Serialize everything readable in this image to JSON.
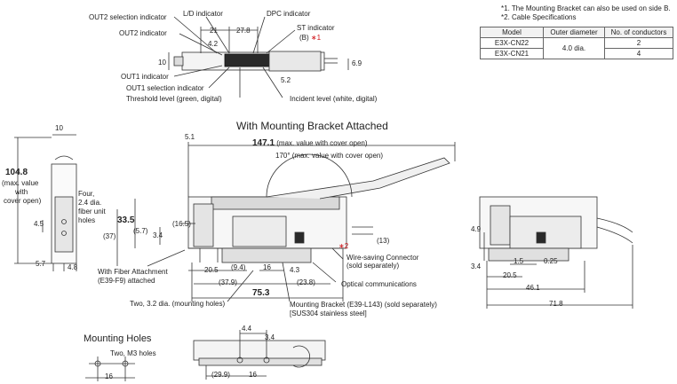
{
  "notes": {
    "note1": "*1. The Mounting Bracket can also be used on side B.",
    "note2": "*2. Cable Specifications"
  },
  "table": {
    "headers": [
      "Model",
      "Outer diameter",
      "No. of conductors"
    ],
    "rows": [
      {
        "model": "E3X-CN22",
        "diameter": "4.0 dia.",
        "conductors": "2"
      },
      {
        "model": "E3X-CN21",
        "diameter": "",
        "conductors": "4"
      }
    ]
  },
  "top_view": {
    "out2_selection": "OUT2 selection indicator",
    "ld_indicator": "L/D indicator",
    "dpc_indicator": "DPC indicator",
    "out2_indicator": "OUT2 indicator",
    "st_indicator": "ST indicator",
    "b_label": "(B)",
    "note_mark": "∗",
    "note_num1": "1",
    "d21": "21",
    "d278": "27.8",
    "d42": "4.2",
    "d10": "10",
    "d69": "6.9",
    "d52": "5.2",
    "out1_indicator": "OUT1 indicator",
    "out1_selection": "OUT1 selection indicator",
    "threshold": "Threshold level (green, digital)",
    "incident": "Incident level (white, digital)"
  },
  "bracket_view": {
    "title": "With Mounting Bracket Attached",
    "d51": "5.1",
    "d1471": "147.1",
    "d1471_note": "(max. value with cover open)",
    "d170": "170° (max. value with cover open)",
    "d10": "10",
    "d1048": "104.8",
    "max_value": "(max. value",
    "with": "with",
    "cover_open": "cover open)",
    "four_holes_1": "Four,",
    "four_holes_2": "2.4 dia.",
    "four_holes_3": "fiber unit",
    "four_holes_4": "holes",
    "d335": "33.5",
    "d37": "(37)",
    "d57": "(5.7)",
    "d34": "3.4",
    "d165": "(16.5)",
    "d45": "4.5",
    "d57b": "5.7",
    "d48": "4.8",
    "wire_saving_1": "Wire-saving Connector",
    "wire_saving_2": "(sold separately)",
    "note_num2": "2",
    "d13": "(13)",
    "fiber_attach_1": "With Fiber Attachment",
    "fiber_attach_2": "(E39-F9) attached",
    "d205": "20.5",
    "d94": "(9.4)",
    "d16": "16",
    "d43": "4.3",
    "d379": "(37.9)",
    "d238": "(23.8)",
    "optical": "Optical communications",
    "d753": "75.3",
    "two_holes": "Two, 3.2 dia. (mounting holes)",
    "mounting_bracket_1": "Mounting Bracket (E39-L143) (sold separately)",
    "mounting_bracket_2": "SUS304 stainless steel"
  },
  "side_view": {
    "d49": "4.9",
    "d34": "3.4",
    "d15": "1.5",
    "d025": "0.25",
    "d205": "20.5",
    "d461": "46.1",
    "d718": "71.8"
  },
  "mounting_holes": {
    "title": "Mounting Holes",
    "two_m3": "Two, M3 holes",
    "d16": "16",
    "d44": "4.4",
    "d34": "3.4",
    "d299": "(29.9)",
    "d16b": "16"
  }
}
